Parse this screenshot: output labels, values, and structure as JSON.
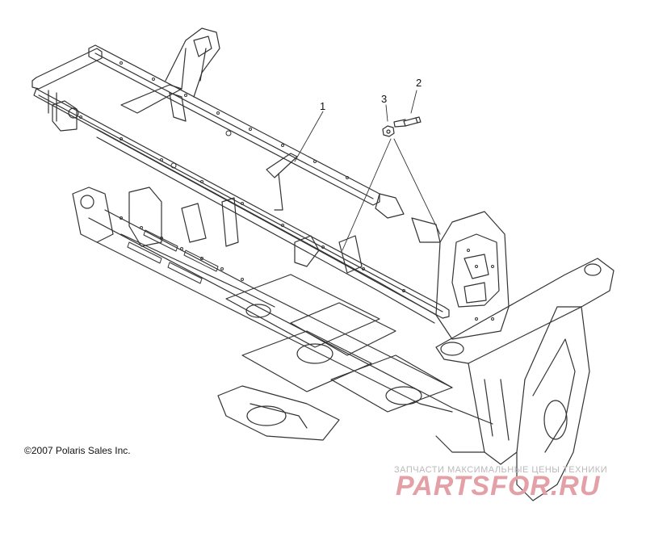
{
  "callouts": [
    {
      "id": "1",
      "label": "1"
    },
    {
      "id": "2",
      "label": "2"
    },
    {
      "id": "3",
      "label": "3"
    }
  ],
  "copyright": "©2007 Polaris Sales Inc.",
  "watermark": {
    "top_text": "ЗАПЧАСТИ МАКСИМАЛЬНЫЕ ЦЕНЫ ТЕХНИКИ",
    "main_text": "PARTSFOR.RU",
    "color": "#e3a0a6"
  },
  "colors": {
    "line": "#333333",
    "background": "#ffffff"
  }
}
